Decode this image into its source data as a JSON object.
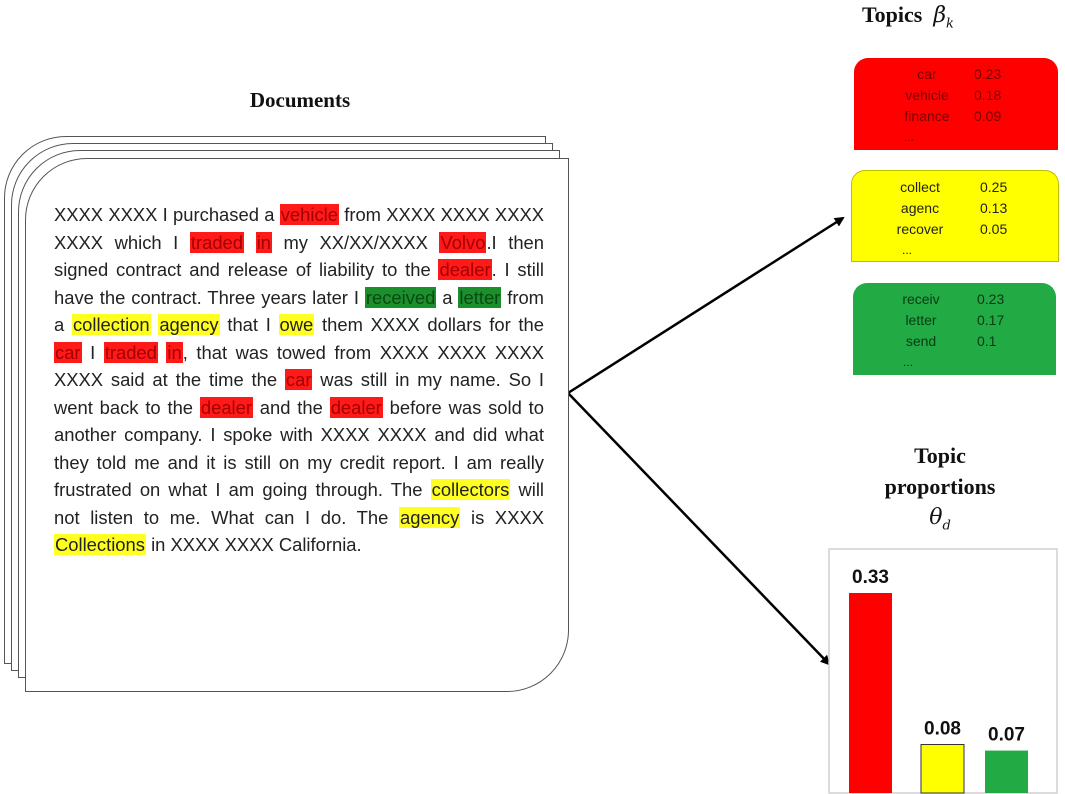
{
  "documents": {
    "title": "Documents",
    "segments": [
      {
        "t": "XXXX XXXX I purchased a "
      },
      {
        "t": "vehicle",
        "hl": "red"
      },
      {
        "t": " from XXXX XXXX XXXX XXXX which I "
      },
      {
        "t": "traded",
        "hl": "red"
      },
      {
        "t": " "
      },
      {
        "t": "in",
        "hl": "red"
      },
      {
        "t": " my XX/XX/XXXX "
      },
      {
        "t": "Volvo",
        "hl": "red"
      },
      {
        "t": ".I then signed contract and release of liability to the "
      },
      {
        "t": "dealer",
        "hl": "red"
      },
      {
        "t": ". I still have the contract. Three years later I "
      },
      {
        "t": "received",
        "hl": "green"
      },
      {
        "t": " a "
      },
      {
        "t": "letter",
        "hl": "green"
      },
      {
        "t": " from a "
      },
      {
        "t": "collection",
        "hl": "yellow"
      },
      {
        "t": " "
      },
      {
        "t": "agency",
        "hl": "yellow"
      },
      {
        "t": " that I "
      },
      {
        "t": "owe",
        "hl": "yellow"
      },
      {
        "t": " them XXXX dollars for the "
      },
      {
        "t": "car",
        "hl": "red"
      },
      {
        "t": " I "
      },
      {
        "t": "traded",
        "hl": "red"
      },
      {
        "t": " "
      },
      {
        "t": "in",
        "hl": "red"
      },
      {
        "t": ", that was towed from XXXX XXXX XXXX XXXX said at the time the "
      },
      {
        "t": "car",
        "hl": "red"
      },
      {
        "t": " was still in my name. So I went back to the "
      },
      {
        "t": "dealer",
        "hl": "red"
      },
      {
        "t": " and the "
      },
      {
        "t": "dealer",
        "hl": "red"
      },
      {
        "t": " before was sold to another company. I spoke with XXXX XXXX and did what they told me and it is still on my credit report. I am really frustrated on what I am going through. The "
      },
      {
        "t": "collectors",
        "hl": "yellow"
      },
      {
        "t": " will not listen to me. What can I do. The "
      },
      {
        "t": "agency",
        "hl": "yellow"
      },
      {
        "t": " is XXXX "
      },
      {
        "t": "Collections",
        "hl": "yellow"
      },
      {
        "t": " in XXXX XXXX California."
      }
    ]
  },
  "topics": {
    "title": "Topics",
    "symbol": "β",
    "subscript": "k",
    "boxes": [
      {
        "color": "#ff0000",
        "terms": [
          {
            "word": "car",
            "value": "0.23"
          },
          {
            "word": "vehicle",
            "value": "0.18"
          },
          {
            "word": "finance",
            "value": "0.09"
          }
        ],
        "ellipsis": "..."
      },
      {
        "color": "#ffff00",
        "terms": [
          {
            "word": "collect",
            "value": "0.25"
          },
          {
            "word": "agenc",
            "value": "0.13"
          },
          {
            "word": "recover",
            "value": "0.05"
          }
        ],
        "ellipsis": "..."
      },
      {
        "color": "#22aa44",
        "terms": [
          {
            "word": "receiv",
            "value": "0.23"
          },
          {
            "word": "letter",
            "value": "0.17"
          },
          {
            "word": "send",
            "value": "0.1"
          }
        ],
        "ellipsis": "..."
      }
    ]
  },
  "proportions": {
    "title_line1": "Topic",
    "title_line2": "proportions",
    "symbol": "θ",
    "subscript": "d"
  },
  "chart_data": {
    "type": "bar",
    "categories": [
      "",
      "",
      ""
    ],
    "values": [
      0.33,
      0.08,
      0.07
    ],
    "value_labels": [
      "0.33",
      "0.08",
      "0.07"
    ],
    "colors": [
      "#ff0000",
      "#ffff00",
      "#22aa44"
    ],
    "title": "",
    "xlabel": "",
    "ylabel": "",
    "grid": false
  },
  "colors": {
    "red": "#ff0000",
    "yellow": "#ffff00",
    "green": "#22aa44"
  }
}
